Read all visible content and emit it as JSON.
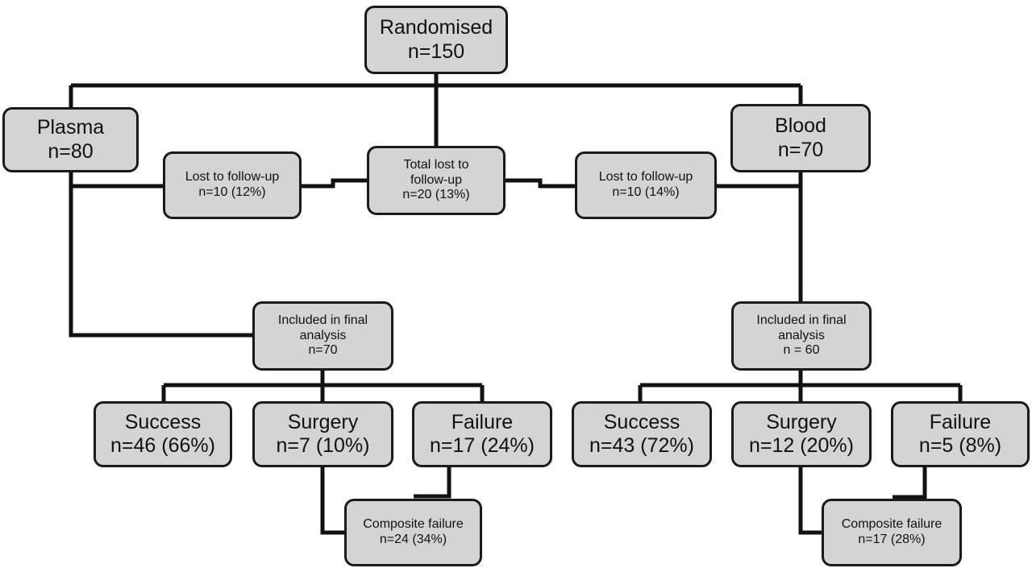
{
  "colors": {
    "box_fill": "#d4d4d4",
    "box_border": "#1a1a1a",
    "connector": "#111111",
    "text": "#111111",
    "background": "#ffffff"
  },
  "randomised": {
    "title": "Randomised",
    "count": "n=150"
  },
  "plasma": {
    "arm": {
      "title": "Plasma",
      "count": "n=80"
    },
    "lost": {
      "title": "Lost to follow-up",
      "count": "n=10 (12%)"
    },
    "included": {
      "line1": "Included in final",
      "line2": "analysis",
      "count": "n=70"
    },
    "success": {
      "title": "Success",
      "count": "n=46 (66%)"
    },
    "surgery": {
      "title": "Surgery",
      "count": "n=7 (10%)"
    },
    "failure": {
      "title": "Failure",
      "count": "n=17 (24%)"
    },
    "composite": {
      "title": "Composite failure",
      "count": "n=24 (34%)"
    }
  },
  "total_lost": {
    "line1": "Total lost to",
    "line2": "follow-up",
    "count": "n=20 (13%)"
  },
  "blood": {
    "arm": {
      "title": "Blood",
      "count": "n=70"
    },
    "lost": {
      "title": "Lost to follow-up",
      "count": "n=10 (14%)"
    },
    "included": {
      "line1": "Included in final",
      "line2": "analysis",
      "count": "n = 60"
    },
    "success": {
      "title": "Success",
      "count": "n=43 (72%)"
    },
    "surgery": {
      "title": "Surgery",
      "count": "n=12 (20%)"
    },
    "failure": {
      "title": "Failure",
      "count": "n=5 (8%)"
    },
    "composite": {
      "title": "Composite failure",
      "count": "n=17 (28%)"
    }
  }
}
